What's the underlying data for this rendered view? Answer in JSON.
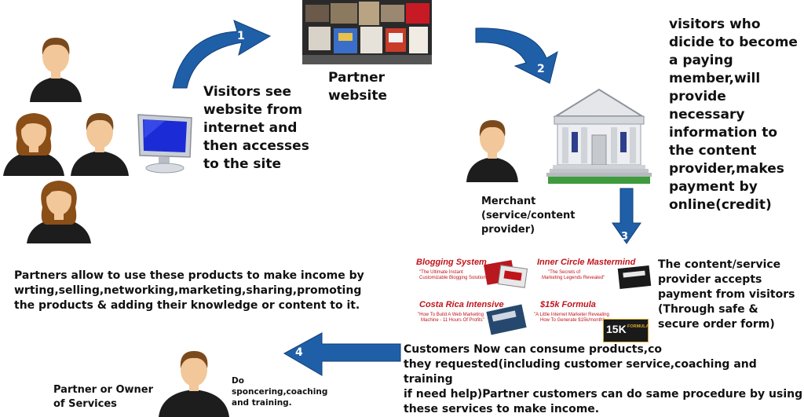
{
  "steps": [
    "1",
    "2",
    "3",
    "4"
  ],
  "texts": {
    "visitors_see": [
      "Visitors see",
      "website from",
      "internet and",
      "then accesses",
      "to the site"
    ],
    "partner_website": [
      "Partner",
      "website"
    ],
    "visitors_decide": [
      "visitors who",
      "dicide to become",
      "a paying",
      "member,will",
      "provide",
      "necessary",
      "information to",
      "the content",
      "provider,makes",
      "payment by",
      "online(credit)"
    ],
    "merchant": [
      "Merchant",
      "(service/content",
      "provider)"
    ],
    "provider_accepts": [
      "The content/service",
      "provider accepts",
      "payment from visitors",
      "(Through safe &",
      "secure order form)"
    ],
    "partners_allow": [
      "Partners allow to use these products to make income by",
      "wrting,selling,networking,marketing,sharing,promoting",
      "the products & adding their knowledge or content to it."
    ],
    "customers_now": [
      "Customers Now can consume products,co",
      "they requested(including customer service,coaching and training",
      "if need help)Partner customers can do same procedure by using",
      "these services to make income."
    ],
    "partner_owner": [
      "Partner or Owner",
      "of Services"
    ],
    "do_sponsoring": [
      "Do",
      "sponcering,coaching",
      "and training."
    ]
  },
  "products": [
    {
      "title": "Blogging System",
      "subtitle": [
        "\"The Ultimate Instant",
        "Customizable Blogging Solution\""
      ]
    },
    {
      "title": "Inner Circle Mastermind",
      "subtitle": [
        "\"The Secrets of",
        "Marketing Legends Revealed\""
      ]
    },
    {
      "title": "Costa Rica Intensive",
      "subtitle": [
        "\"How To Build A Web Marketing",
        "Machine - 11 Hours Of Profits\""
      ]
    },
    {
      "title": "$15k Formula",
      "subtitle": [
        "\"A Little Internet Marketer Revealing",
        "How To Generate $15k/month\""
      ]
    }
  ],
  "badge": {
    "big": "15K",
    "small": "FORMULA"
  },
  "colors": {
    "arrow": "#1f5fa8",
    "arrow_dark": "#123f78",
    "skin": "#f2c79a",
    "hair_male": "#7a4a1c",
    "hair_female": "#8a4e17",
    "shirt": "#1d1d1d",
    "product_red": "#c0141a"
  }
}
